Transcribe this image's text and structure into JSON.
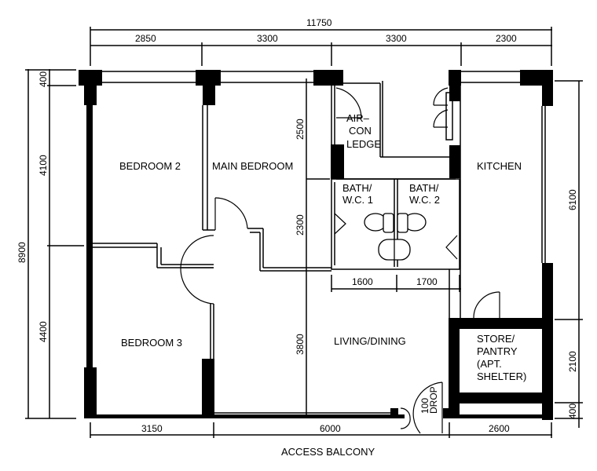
{
  "floorplan": {
    "colors": {
      "wall": "#000000",
      "background": "#ffffff",
      "line": "#000000"
    },
    "rooms": {
      "bedroom2": "BEDROOM 2",
      "main_bedroom": "MAIN BEDROOM",
      "bedroom3": "BEDROOM 3",
      "living_dining": "LIVING/DINING",
      "kitchen": "KITCHEN",
      "aircon_l1": "AIR–",
      "aircon_l2": "CON",
      "aircon_l3": "LEDGE",
      "bath1_l1": "BATH/",
      "bath1_l2": "W.C.  1",
      "bath2_l1": "BATH/",
      "bath2_l2": "W.C.  2",
      "store_l1": "STORE/",
      "store_l2": "PANTRY",
      "store_l3": "(APT.",
      "store_l4": "SHELTER)"
    },
    "annotations": {
      "drop_l1": "100",
      "drop_l2": "DROP",
      "access_balcony": "ACCESS BALCONY"
    },
    "dimensions": {
      "top_total": "11750",
      "top": [
        "2850",
        "3300",
        "3300",
        "2300"
      ],
      "left_total": "8900",
      "left": [
        "400",
        "4100",
        "4400"
      ],
      "inner_vertical": [
        "2500",
        "2300",
        "3800"
      ],
      "bath_widths": [
        "1600",
        "1700"
      ],
      "right": [
        "6100",
        "2100",
        "400"
      ],
      "bottom": [
        "3150",
        "6000",
        "2600"
      ]
    }
  }
}
